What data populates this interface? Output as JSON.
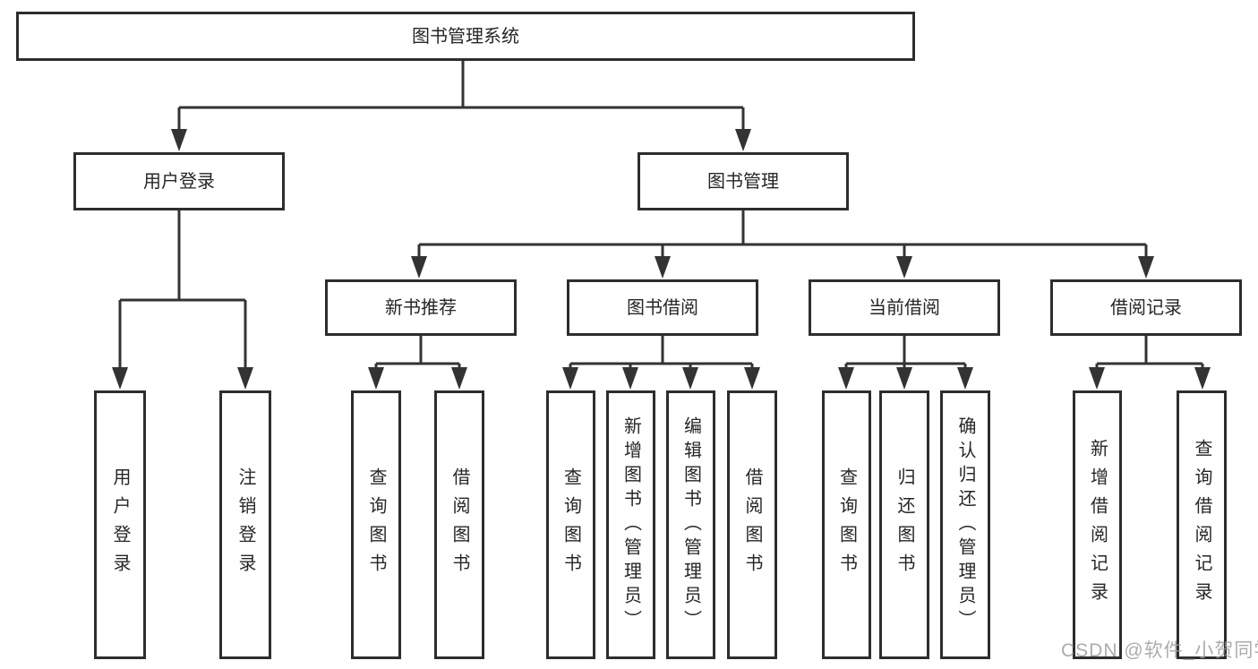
{
  "title": "图书管理系统",
  "watermark": "CSDN @软件_小贺同学",
  "colors": {
    "line": "#333333",
    "box_border": "#2d2d2d",
    "text": "#262626",
    "watermark": "#9e9e9e",
    "background": "#ffffff"
  },
  "tree": {
    "root": {
      "label": "图书管理系统"
    },
    "branches": [
      {
        "label": "用户登录",
        "children": [
          {
            "label": "用户登录"
          },
          {
            "label": "注销登录"
          }
        ]
      },
      {
        "label": "图书管理",
        "children": [
          {
            "label": "新书推荐",
            "children": [
              {
                "label": "查询图书"
              },
              {
                "label": "借阅图书"
              }
            ]
          },
          {
            "label": "图书借阅",
            "children": [
              {
                "label": "查询图书"
              },
              {
                "label": "新增图书（管理员）"
              },
              {
                "label": "编辑图书（管理员）"
              },
              {
                "label": "借阅图书"
              }
            ]
          },
          {
            "label": "当前借阅",
            "children": [
              {
                "label": "查询图书"
              },
              {
                "label": "归还图书"
              },
              {
                "label": "确认归还（管理员）"
              }
            ]
          },
          {
            "label": "借阅记录",
            "children": [
              {
                "label": "新增借阅记录"
              },
              {
                "label": "查询借阅记录"
              }
            ]
          }
        ]
      }
    ]
  }
}
